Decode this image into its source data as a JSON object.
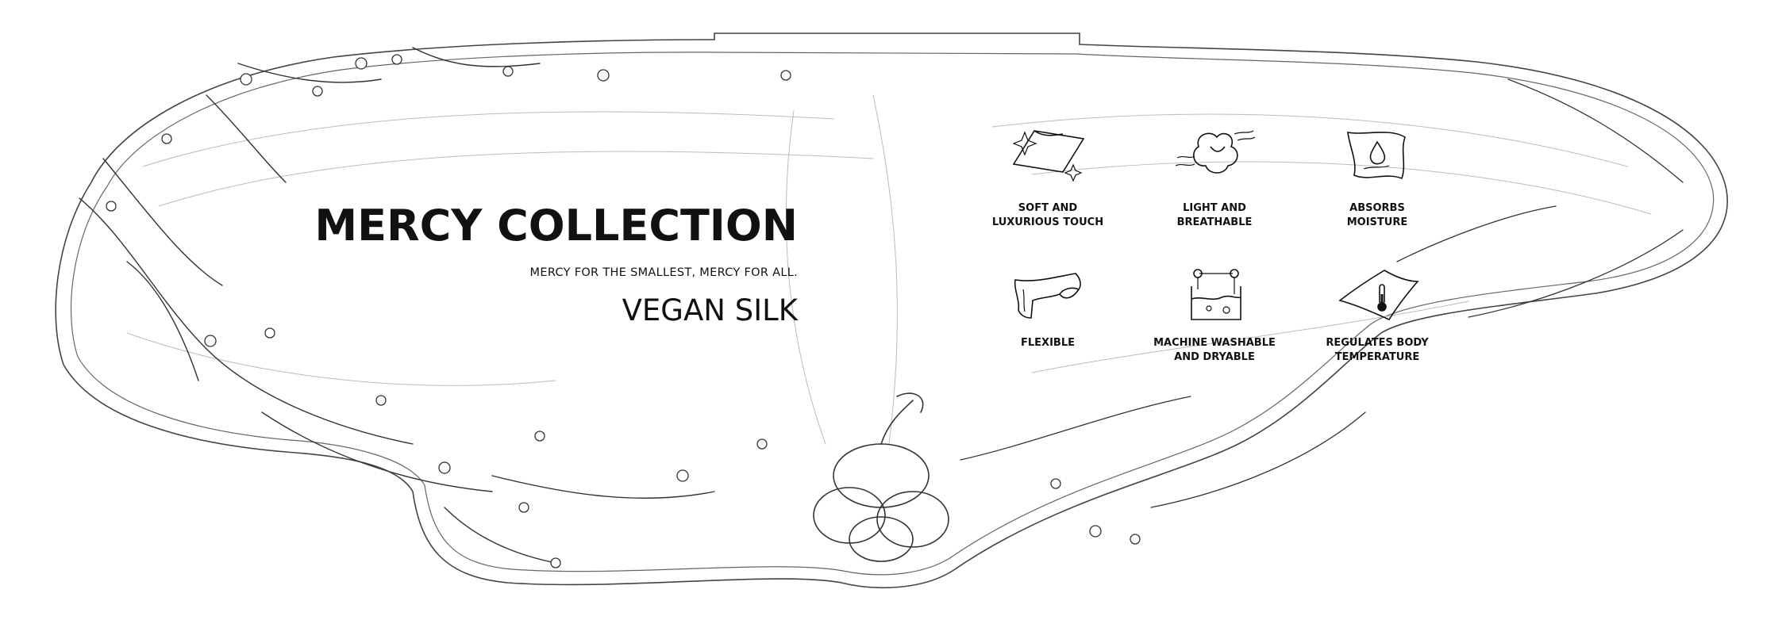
{
  "collection": {
    "title": "MERCY COLLECTION",
    "tagline": "MERCY FOR THE SMALLEST, MERCY FOR ALL.",
    "product": "VEGAN SILK"
  },
  "features": [
    {
      "icon": "sparkling-cloth-icon",
      "label": "SOFT AND\nLUXURIOUS TOUCH"
    },
    {
      "icon": "cloth-breeze-icon",
      "label": "LIGHT AND\nBREATHABLE"
    },
    {
      "icon": "droplet-cloth-icon",
      "label": "ABSORBS\nMOISTURE"
    },
    {
      "icon": "folded-cloth-icon",
      "label": "FLEXIBLE"
    },
    {
      "icon": "washing-basin-icon",
      "label": "MACHINE WASHABLE\nAND DRYABLE"
    },
    {
      "icon": "thermometer-cloth-icon",
      "label": "REGULATES BODY\nTEMPERATURE"
    }
  ],
  "colors": {
    "ink": "#111111",
    "sketch": "#555555",
    "background": "#ffffff"
  }
}
